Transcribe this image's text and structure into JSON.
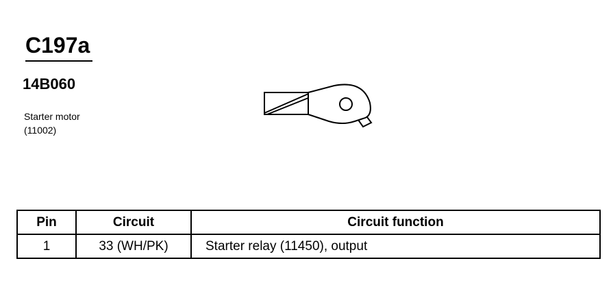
{
  "connector": {
    "id": "C197a",
    "part_number": "14B060",
    "description_line1": "Starter motor",
    "description_line2": "(11002)"
  },
  "table": {
    "headers": {
      "pin": "Pin",
      "circuit": "Circuit",
      "function": "Circuit function"
    },
    "rows": [
      {
        "pin": "1",
        "circuit": "33 (WH/PK)",
        "function": "Starter relay (11450), output"
      }
    ]
  }
}
